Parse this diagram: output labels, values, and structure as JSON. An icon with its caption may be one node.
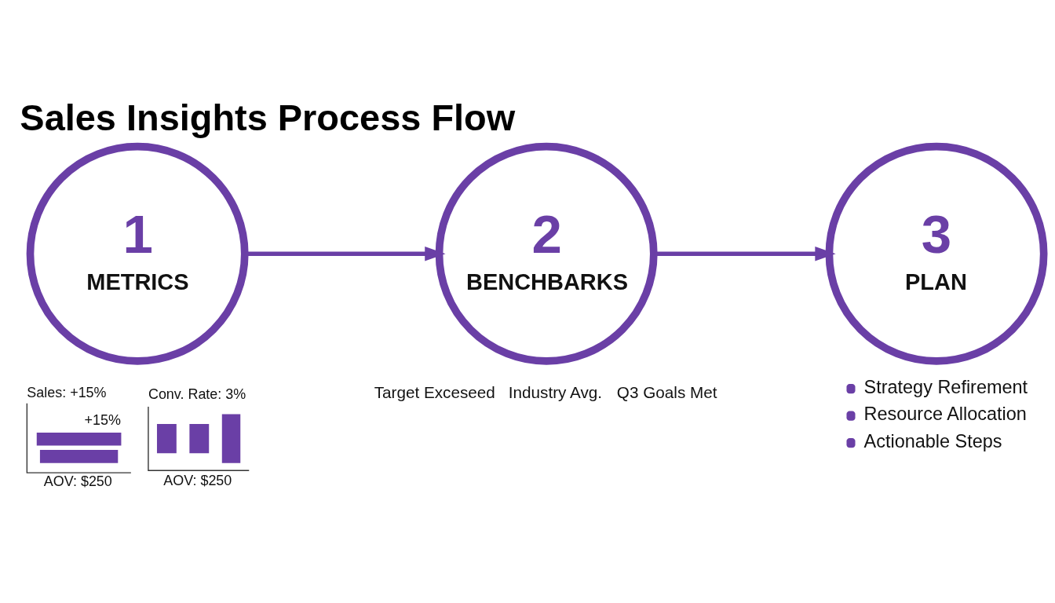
{
  "diagram": {
    "title": "Sales Insights Process Flow",
    "nodes": [
      {
        "text": [
          "1",
          "METRICS"
        ],
        "beside": [
          "Sales: +15%",
          "+15%",
          "AOV: $250",
          "Conv. Rate: 3%",
          "AOV: $250"
        ]
      },
      {
        "text": [
          "2",
          "BENCHBARKS"
        ],
        "beside": [
          "Target Exceseed",
          "Industry Avg.",
          "Q3 Goals Met"
        ]
      },
      {
        "text": [
          "3",
          "PLAN"
        ],
        "beside": [
          "Strategy Refirement",
          "Resource Allocation",
          "Actionable Steps"
        ]
      }
    ],
    "edges": [
      {
        "from": 0,
        "to": 1,
        "arrow": "to"
      },
      {
        "from": 1,
        "to": 2,
        "arrow": "to"
      }
    ]
  }
}
